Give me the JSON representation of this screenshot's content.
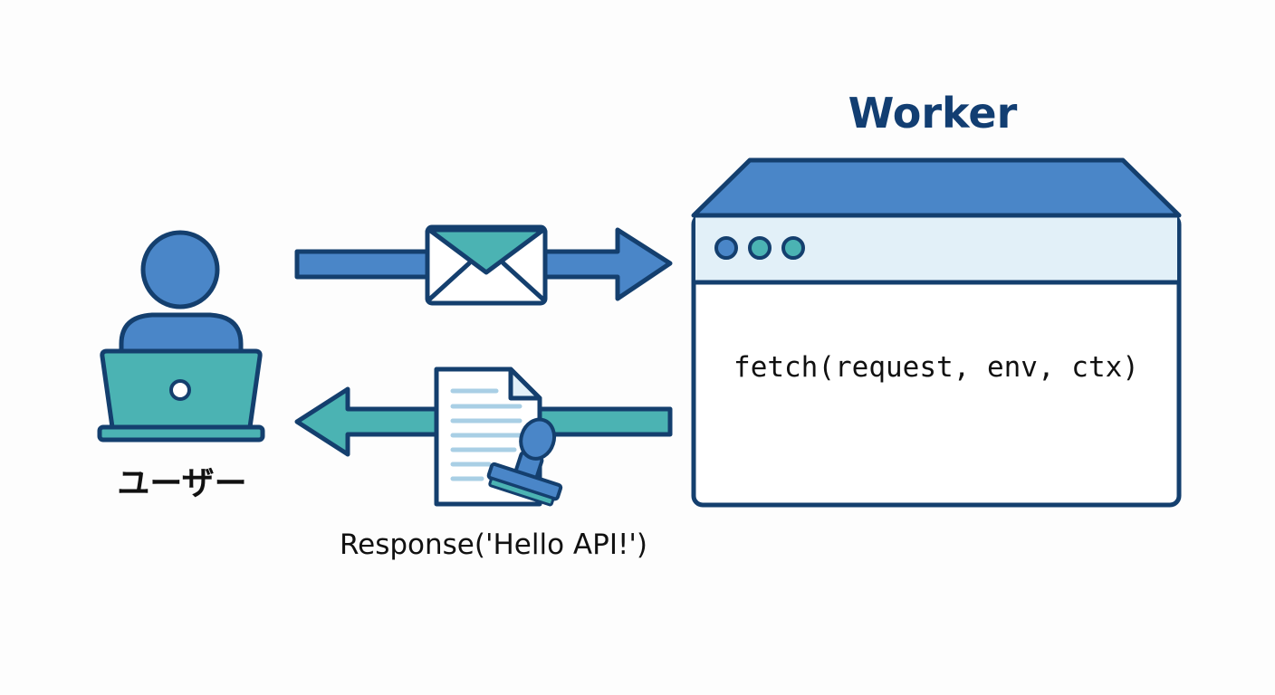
{
  "worker": {
    "title": "Worker",
    "code": "fetch(request, env, ctx)"
  },
  "user": {
    "label": "ユーザー"
  },
  "response": {
    "label": "Response('Hello API!')"
  },
  "colors": {
    "outline": "#143f6e",
    "blue": "#4a86c8",
    "teal": "#4bb3b3",
    "light_blue": "#e2f0f8",
    "paper_line": "#a9cfe5",
    "text_dark": "#111111",
    "title_blue": "#123e72"
  },
  "icons": {
    "user": "user-at-laptop-icon",
    "request": "envelope-icon",
    "response": "stamped-document-icon",
    "worker": "browser-window-icon"
  }
}
